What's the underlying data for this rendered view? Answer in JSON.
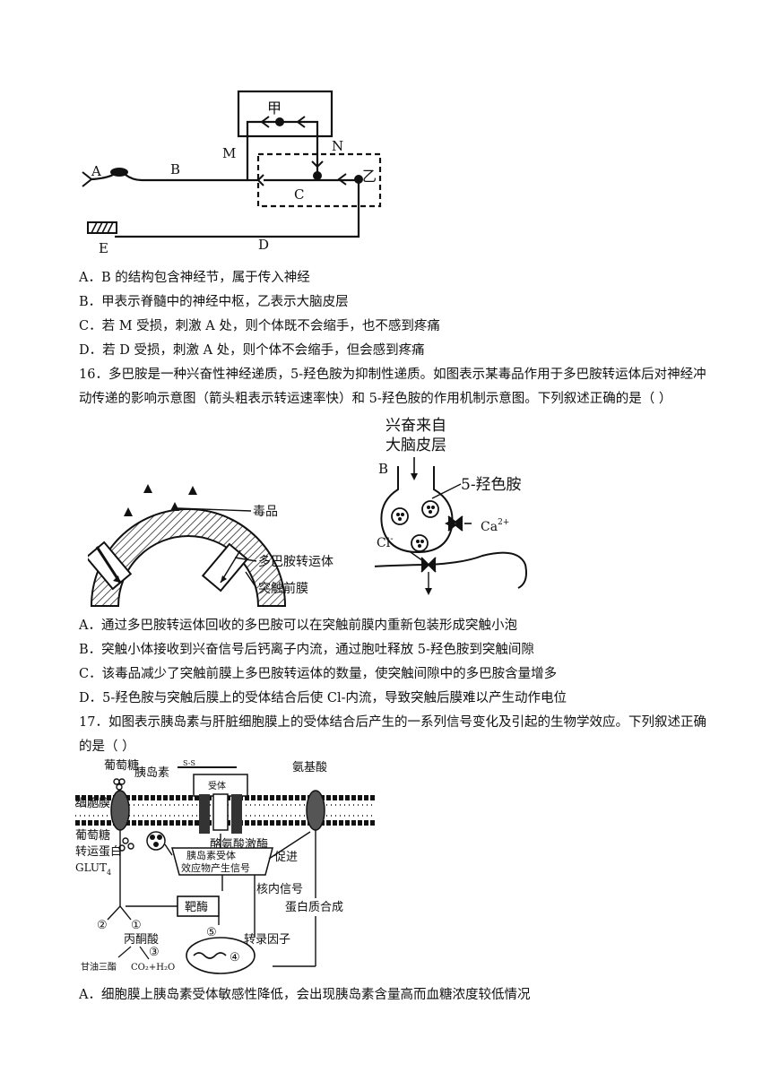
{
  "fig15": {
    "labels": {
      "A": "A",
      "B": "B",
      "M": "M",
      "N": "N",
      "jia": "甲",
      "C": "C",
      "yi": "乙",
      "D": "D",
      "E": "E"
    }
  },
  "q15": {
    "options": [
      "A．B 的结构包含神经节，属于传入神经",
      "B．甲表示脊髓中的神经中枢，乙表示大脑皮层",
      "C．若 M 受损，刺激 A 处，则个体既不会缩手，也不感到疼痛",
      "D．若 D 受损，刺激 A 处，则个体不会缩手，但会感到疼痛"
    ]
  },
  "q16": {
    "stem_line1": "16．多巴胺是一种兴奋性神经递质，5-羟色胺为抑制性递质。如图表示某毒品作用于多巴胺转运体后对神经冲",
    "stem_line2": "动传递的影响示意图（箭头粗表示转运速率快）和 5-羟色胺的作用机制示意图。下列叙述正确的是（        ）",
    "fig_left": {
      "toxin": "毒品",
      "transporter": "多巴胺转运体",
      "membrane": "突触前膜"
    },
    "fig_right": {
      "title_line1": "兴奋来自",
      "title_line2": "大脑皮层",
      "B": "B",
      "serotonin": "5-羟色胺",
      "ca": "Ca",
      "ca_sup": "2+",
      "cl": "Cl",
      "cl_sup": "-"
    },
    "options": [
      "A．通过多巴胺转运体回收的多巴胺可以在突触前膜内重新包装形成突触小泡",
      "B．突触小体接收到兴奋信号后钙离子内流，通过胞吐释放 5-羟色胺到突触间隙",
      "C．该毒品减少了突触前膜上多巴胺转运体的数量，使突触间隙中的多巴胺含量增多",
      "D．5-羟色胺与突触后膜上的受体结合后使 Cl-内流，导致突触后膜难以产生动作电位"
    ]
  },
  "q17": {
    "stem_line1": "17．如图表示胰岛素与肝脏细胞膜上的受体结合后产生的一系列信号变化及引起的生物学效应。下列叙述正确",
    "stem_line2": "的是（        ）",
    "fig": {
      "glucose": "葡萄糖",
      "insulin": "胰岛素",
      "ss": "S-S",
      "receptor": "受体",
      "amino_acid": "氨基酸",
      "cell_membrane": "细胞膜",
      "kinase": "酪氨酸激酶",
      "glucose_transporter_1": "葡萄糖",
      "glucose_transporter_2": "转运蛋白",
      "glut": "GLUT",
      "glut_sub": "4",
      "effector_1": "胰岛素受体",
      "effector_2": "效应物产生信号",
      "promote": "促进",
      "nuclear_signal": "核内信号",
      "protein_synthesis": "蛋白质合成",
      "target_enzyme": "靶酶",
      "pyruvate": "丙酮酸",
      "transcription_factor": "转录因子",
      "triglyceride": "甘油三酯",
      "co2_h2o": "CO₂+H₂O",
      "n1": "①",
      "n2": "②",
      "n3": "③",
      "n4": "④",
      "n5": "⑤"
    },
    "options": [
      "A．细胞膜上胰岛素受体敏感性降低，会出现胰岛素含量高而血糖浓度较低情况"
    ]
  }
}
